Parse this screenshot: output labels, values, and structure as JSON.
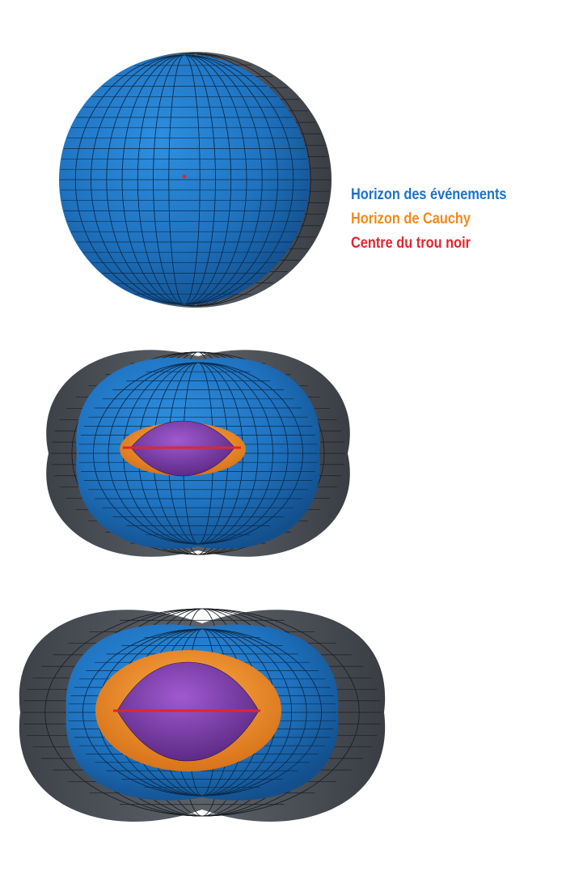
{
  "legend": {
    "event_horizon": "Horizon des événements",
    "cauchy_horizon": "Horizon de Cauchy",
    "center": "Centre du trou noir"
  },
  "colors": {
    "event_horizon": "#1a73c8",
    "cauchy_horizon": "#f08a1d",
    "center": "#e0262e",
    "outer_shell": "#4a4f56",
    "inner_core": "#7a3fa0"
  },
  "figures": [
    {
      "name": "no-rotation"
    },
    {
      "name": "moderate-rotation"
    },
    {
      "name": "fast-rotation"
    }
  ]
}
